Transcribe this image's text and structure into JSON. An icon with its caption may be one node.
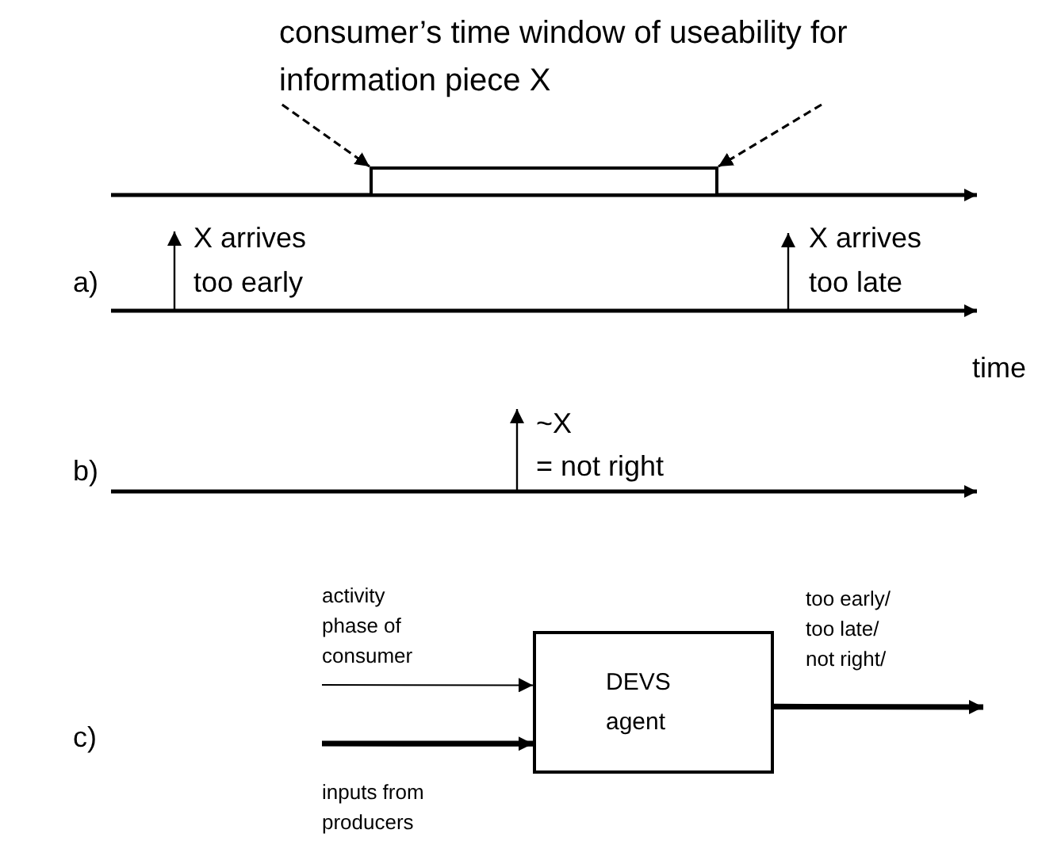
{
  "diagram": {
    "nodes": [
      {
        "text": [
          "consumer’s time window of useability for information piece X"
        ]
      },
      {
        "text": [],
        "shape": "box"
      },
      {
        "text": [
          "DEVS agent"
        ]
      }
    ],
    "edges": [
      {
        "from": 0,
        "to": 1,
        "arrow": "to",
        "style": "dashed"
      },
      {
        "from": 0,
        "to": 1,
        "arrow": "to",
        "style": "dashed"
      },
      {
        "from": null,
        "to": 2,
        "arrow": "to",
        "label": "activity phase of consumer"
      },
      {
        "from": null,
        "to": 2,
        "arrow": "to",
        "label": "inputs from producers",
        "style": "thick"
      },
      {
        "from": 2,
        "to": null,
        "arrow": "to",
        "label": "too early/ too late/ not right/",
        "style": "thick"
      }
    ],
    "labels": [
      "X arrives too early",
      "X arrives too late",
      "a)",
      "time",
      "b)",
      "~X",
      "= not right",
      "c)"
    ]
  }
}
